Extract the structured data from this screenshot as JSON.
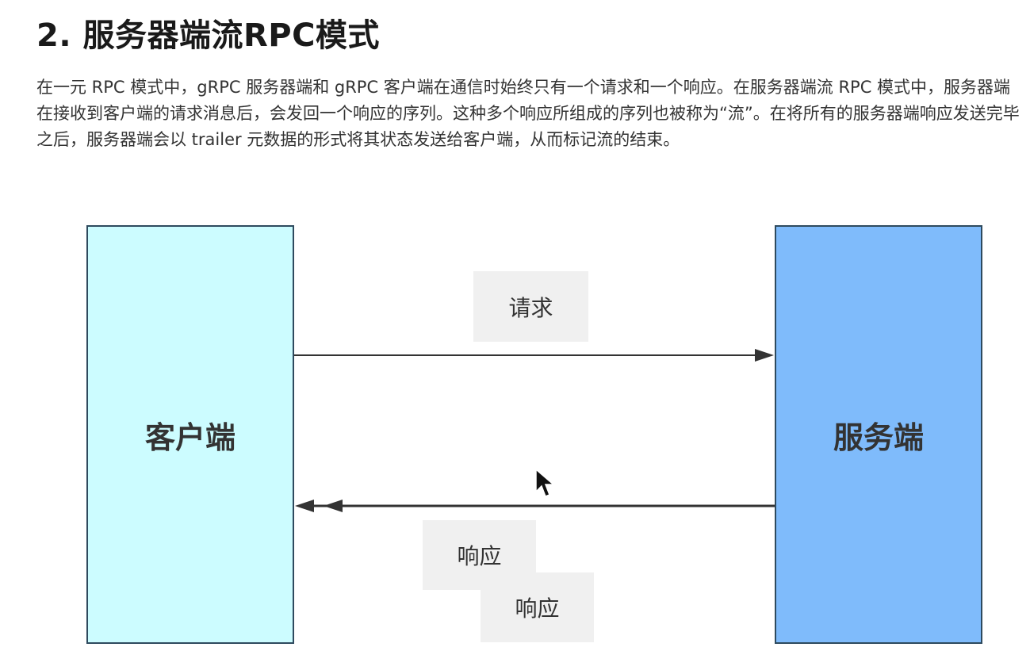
{
  "heading": {
    "title": "2. 服务器端流RPC模式"
  },
  "paragraph": {
    "text": "在一元 RPC 模式中，gRPC 服务器端和 gRPC 客户端在通信时始终只有一个请求和一个响应。在服务器端流 RPC 模式中，服务器端在接收到客户端的请求消息后，会发回一个响应的序列。这种多个响应所组成的序列也被称为“流”。在将所有的服务器端响应发送完毕之后，服务器端会以 trailer 元数据的形式将其状态发送给客户端，从而标记流的结束。"
  },
  "diagram": {
    "client_label": "客户端",
    "server_label": "服务端",
    "request_label": "请求",
    "response_labels": [
      "响应",
      "响应"
    ],
    "colors": {
      "client_fill": "#ccfcff",
      "server_fill": "#7fbbfb",
      "message_fill": "#f0f0f0",
      "arrow": "#333333"
    }
  },
  "icons": {
    "cursor": "mouse-pointer-icon"
  }
}
